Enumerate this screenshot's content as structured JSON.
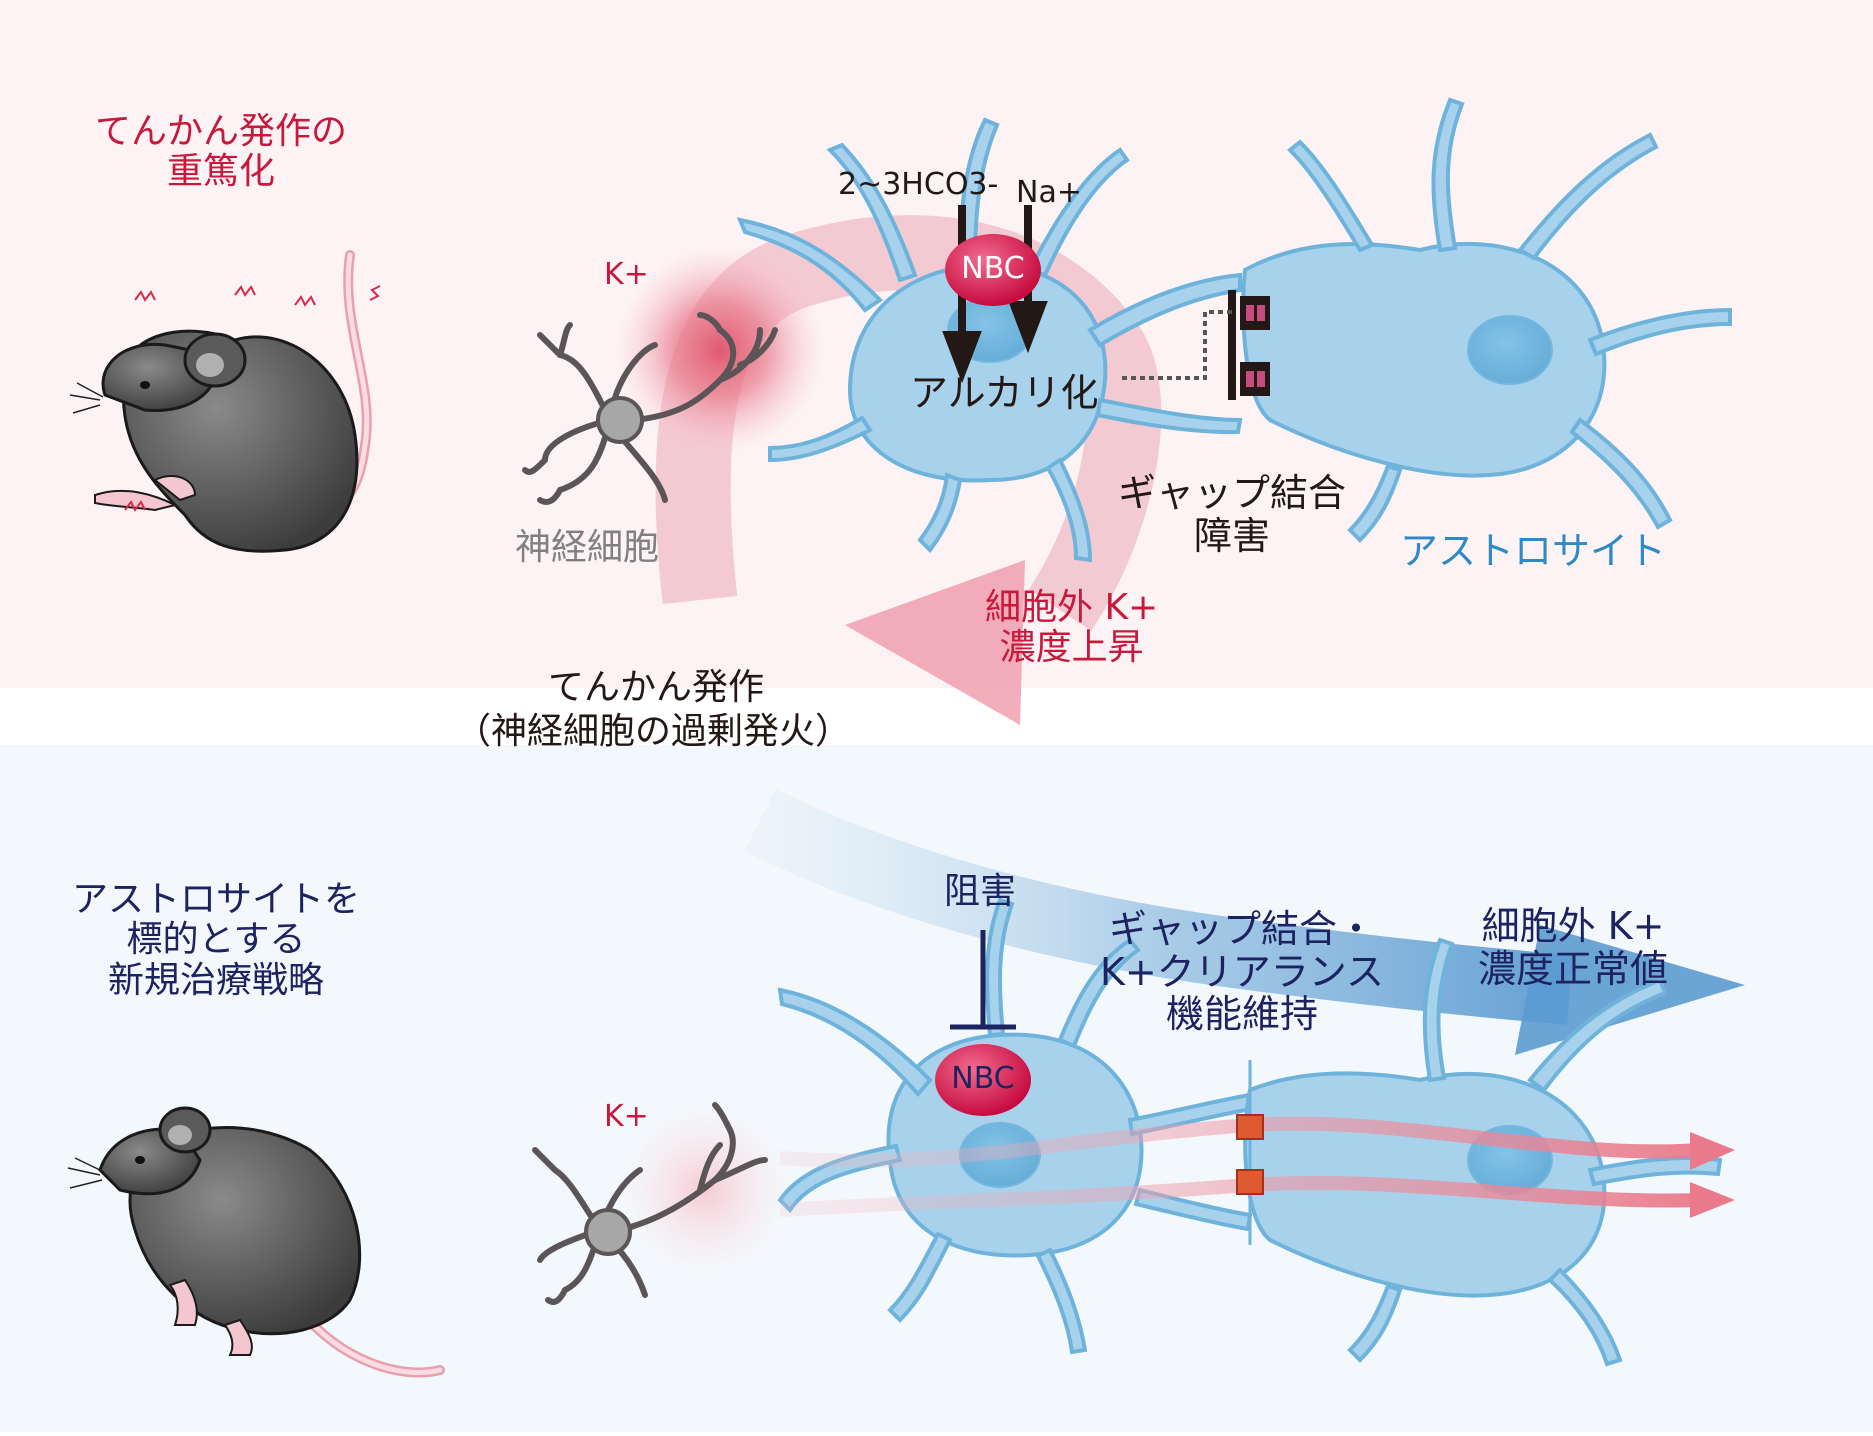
{
  "top": {
    "mouse_caption": [
      "てんかん発作の",
      "重篤化"
    ],
    "k_ion": "K+",
    "neuron_label": "神経細胞",
    "transporter": "NBC",
    "bicarbonate": "2~3HCO3-",
    "sodium": "Na+",
    "alkalization": "アルカリ化",
    "gap_junction_label": [
      "ギャップ結合",
      "障害"
    ],
    "astrocyte_label": "アストロサイト",
    "extracellular_k": [
      "細胞外 K+",
      "濃度上昇"
    ]
  },
  "middle": {
    "seizure_title": "てんかん発作",
    "seizure_detail": "（神経細胞の過剰発火）"
  },
  "bottom": {
    "mouse_caption": [
      "アストロサイトを",
      "標的とする",
      "新規治療戦略"
    ],
    "k_ion": "K+",
    "inhibition": "阻害",
    "transporter": "NBC",
    "gap_junction_label": [
      "ギャップ結合・",
      "K+クリアランス",
      "機能維持"
    ],
    "extracellular_k": [
      "細胞外 K+",
      "濃度正常値"
    ]
  },
  "colors": {
    "top_background": "#fdf3f5",
    "bottom_background": "#f3f8fc",
    "astrocyte_fill": "#a8d2eb",
    "astrocyte_stroke": "#6eb3dc",
    "nbc": "#d9134c",
    "red_text": "#c8193c",
    "navy_text": "#1d2360",
    "blue_text": "#2e8ac6"
  },
  "icons": [
    "mouse-icon",
    "neuron-icon",
    "astrocyte-icon",
    "gap-junction-icon",
    "inhibition-icon"
  ]
}
